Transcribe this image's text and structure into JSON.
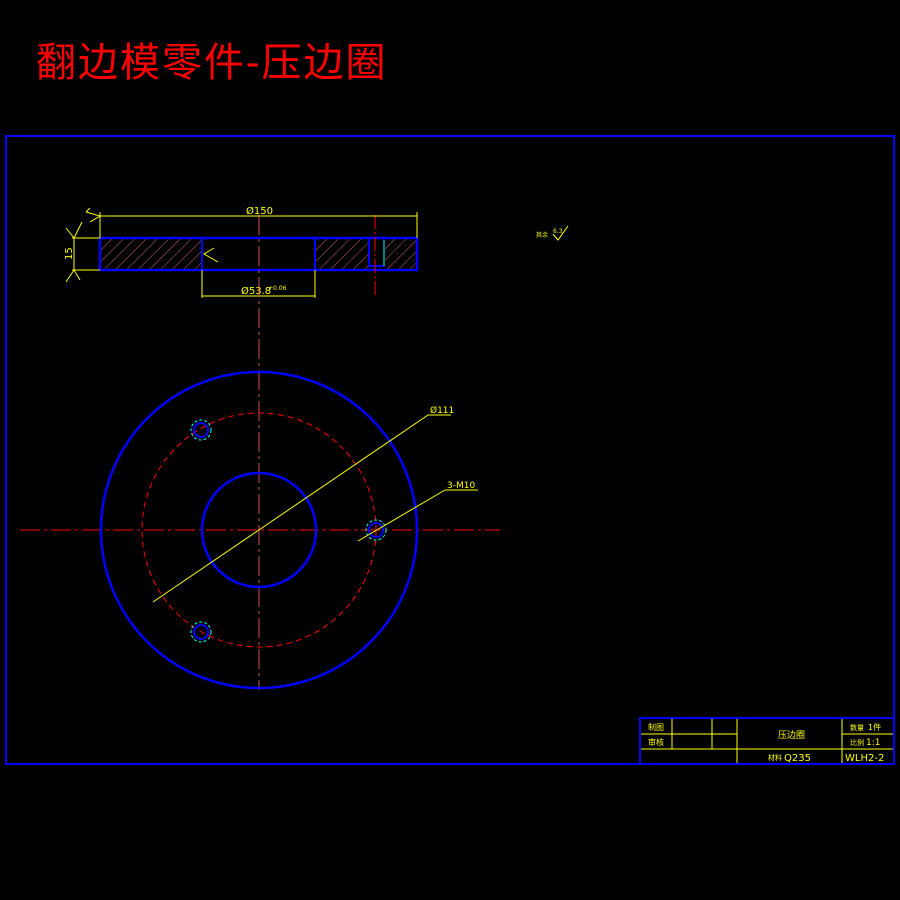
{
  "title": "翻边模零件-压边圈",
  "colors": {
    "background": "#000000",
    "title": "#ff0000",
    "outline": "#0000ff",
    "dimension": "#ffff00",
    "centerline": "#ff0000",
    "hole": "#00ffff",
    "hatch": "#ff8080"
  },
  "section_view": {
    "outer_diameter": "Ø150",
    "bore_diameter": "Ø53.8",
    "bore_tolerance": "+0.06",
    "thickness": "15",
    "surface_other": "其余",
    "surface_other_value": "6.3"
  },
  "plan_view": {
    "bolt_circle": "Ø111",
    "threaded_holes": "3-M10"
  },
  "title_block": {
    "drawn_label": "制图",
    "checked_label": "审核",
    "part_name": "压边圈",
    "quantity_label": "数量",
    "quantity_value": "1件",
    "scale_label": "比例",
    "scale_value": "1:1",
    "material_label": "材料",
    "material_value": "Q235",
    "drawing_number": "WLH2-2"
  }
}
